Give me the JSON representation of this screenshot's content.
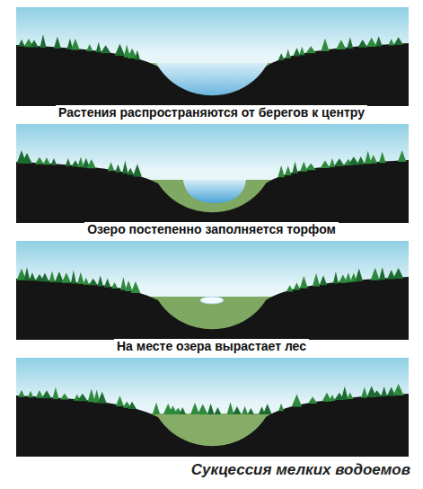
{
  "diagram": {
    "caption": "Сукцессия мелких водоемов",
    "labels": [
      "Растения распространяются от берегов к центру",
      "Озеро постепенно заполняется торфом",
      "На месте озера вырастает лес"
    ]
  }
}
